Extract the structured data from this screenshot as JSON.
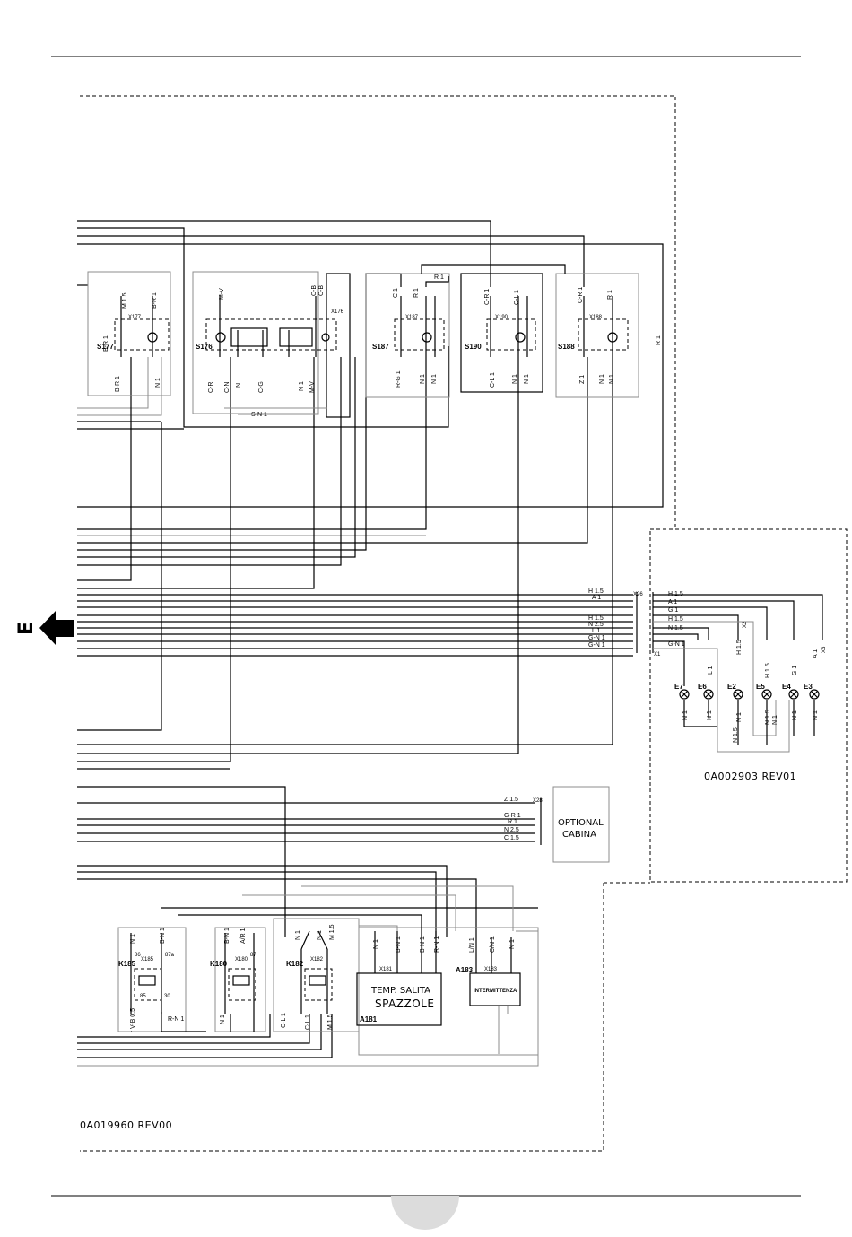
{
  "page": {
    "arrow_label": "E",
    "drawing_code_left": "0A019960  REV00",
    "drawing_code_right": "0A002903  REV01"
  },
  "switches": [
    {
      "id": "S177",
      "wires_top": [
        "M 1.5",
        "B-R 1"
      ],
      "wires_bottom": [
        "B-R 1",
        "N 1"
      ],
      "side": "B-R 1",
      "conn": "X177"
    },
    {
      "id": "S176",
      "wires_top": [
        "M-V",
        "C-B",
        "C-B"
      ],
      "wires_bottom": [
        "C-R",
        "C-N",
        "N",
        "C-G",
        "N 1",
        "M-V"
      ],
      "side": "",
      "conn": "X176"
    },
    {
      "id": "S187",
      "wires_top": [
        "C 1",
        "R 1"
      ],
      "wires_bottom": [
        "R-G 1",
        "N 1",
        "N 1"
      ],
      "side": "",
      "conn": "X187"
    },
    {
      "id": "S190",
      "wires_top": [
        "C-R 1",
        "C-L 1"
      ],
      "wires_bottom": [
        "C-L 1",
        "N 1",
        "N 1"
      ],
      "side": "",
      "conn": "X190"
    },
    {
      "id": "S188",
      "wires_top": [
        "C-R 1",
        "R 1"
      ],
      "wires_bottom": [
        "Z 1",
        "N 1",
        "N 1"
      ],
      "side": "R 1",
      "conn": "X188"
    }
  ],
  "bus_labels": {
    "top_R": "R 1",
    "s176_bottom": "S-N 1"
  },
  "connector_x1": {
    "name": "X26",
    "left_labels": [
      "H 1.5",
      "A 1",
      "H 1.5",
      "N 2.5",
      "L 1",
      "G-N 1",
      "G-N 1"
    ],
    "right_labels": [
      "H 1.5",
      "A 1",
      "G 1",
      "H 1.5",
      "N 1.5",
      "G-N 1"
    ],
    "pin_name": "X1"
  },
  "lamps": [
    {
      "id": "E7",
      "top": "",
      "bottom": "N 1"
    },
    {
      "id": "E6",
      "top": "L 1",
      "bottom": "N 1"
    },
    {
      "id": "E2",
      "top": "H 1.5",
      "bottom": "N 1"
    },
    {
      "id": "E5",
      "top": "H 1.5",
      "bottom": "N 1.5"
    },
    {
      "id": "E4",
      "top": "G 1",
      "bottom": "N 1"
    },
    {
      "id": "E3",
      "top": "A 1",
      "bottom": "N 1"
    }
  ],
  "lamp_extra_labels": [
    "N 1.5",
    "N 1",
    "X2",
    "X3"
  ],
  "optional": {
    "connector": "X28",
    "labels": [
      "Z 1.5",
      "G-R 1",
      "R 1",
      "N 2.5",
      "C 1.5"
    ],
    "box_line1": "OPTIONAL",
    "box_line2": "CABINA"
  },
  "relays": [
    {
      "id": "K185",
      "top": [
        "N 1",
        "B-N 1"
      ],
      "bottom": [
        "V-B 0.5",
        "R-N 1"
      ],
      "conn": "X185"
    },
    {
      "id": "K180",
      "top": [
        "B-N 1",
        "A/R 1"
      ],
      "bottom": [
        "N 1"
      ],
      "conn": "X180"
    },
    {
      "id": "K182",
      "top": [
        "N 1",
        "N 1",
        "M 1.5"
      ],
      "bottom": [
        "C-L 1",
        "C-L 1",
        "M 1.5"
      ],
      "conn": "X182"
    }
  ],
  "relay_pins": [
    "86",
    "87",
    "85",
    "30",
    "87a"
  ],
  "timer": {
    "id": "A181",
    "line1": "TEMP. SALITA",
    "line2": "SPAZZOLE",
    "top": [
      "N 1",
      "B-N 1",
      "B-N 1",
      "R-N 1"
    ],
    "conn": "X181"
  },
  "flasher": {
    "id": "A183",
    "label": "INTERMITTENZA",
    "top": [
      "L/N 1",
      "C/N 1",
      "N 1"
    ],
    "conn": "X183"
  }
}
